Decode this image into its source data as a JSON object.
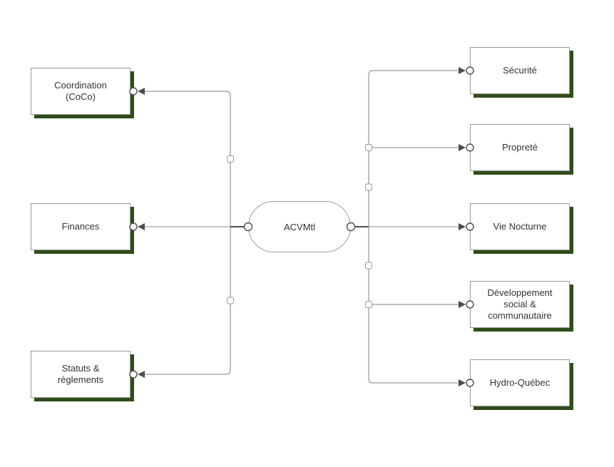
{
  "diagram": {
    "center": {
      "id": "acvmtl",
      "label": "ACVMtl"
    },
    "left_nodes": [
      {
        "id": "coordination",
        "label": "Coordination (CoCo)"
      },
      {
        "id": "finances",
        "label": "Finances"
      },
      {
        "id": "statuts",
        "label": "Statuts & règlements"
      }
    ],
    "right_nodes": [
      {
        "id": "securite",
        "label": "Sécurité"
      },
      {
        "id": "proprete",
        "label": "Propreté"
      },
      {
        "id": "vie-nocturne",
        "label": "Vie Nocturne"
      },
      {
        "id": "developpement",
        "label": "Développement social & communautaire"
      },
      {
        "id": "hydro-quebec",
        "label": "Hydro-Québec"
      }
    ],
    "edges": [
      {
        "from": "acvmtl",
        "to": "coordination"
      },
      {
        "from": "acvmtl",
        "to": "finances"
      },
      {
        "from": "acvmtl",
        "to": "statuts"
      },
      {
        "from": "acvmtl",
        "to": "securite"
      },
      {
        "from": "acvmtl",
        "to": "proprete"
      },
      {
        "from": "acvmtl",
        "to": "vie-nocturne"
      },
      {
        "from": "acvmtl",
        "to": "developpement"
      },
      {
        "from": "acvmtl",
        "to": "hydro-quebec"
      }
    ],
    "colors": {
      "canvas_background": "#ffffff",
      "node_fill": "#ffffff",
      "node_border": "#999999",
      "node_shadow": "#2f4d18",
      "line": "#808080",
      "line_dark": "#4d4d4d",
      "text": "#333333"
    }
  }
}
